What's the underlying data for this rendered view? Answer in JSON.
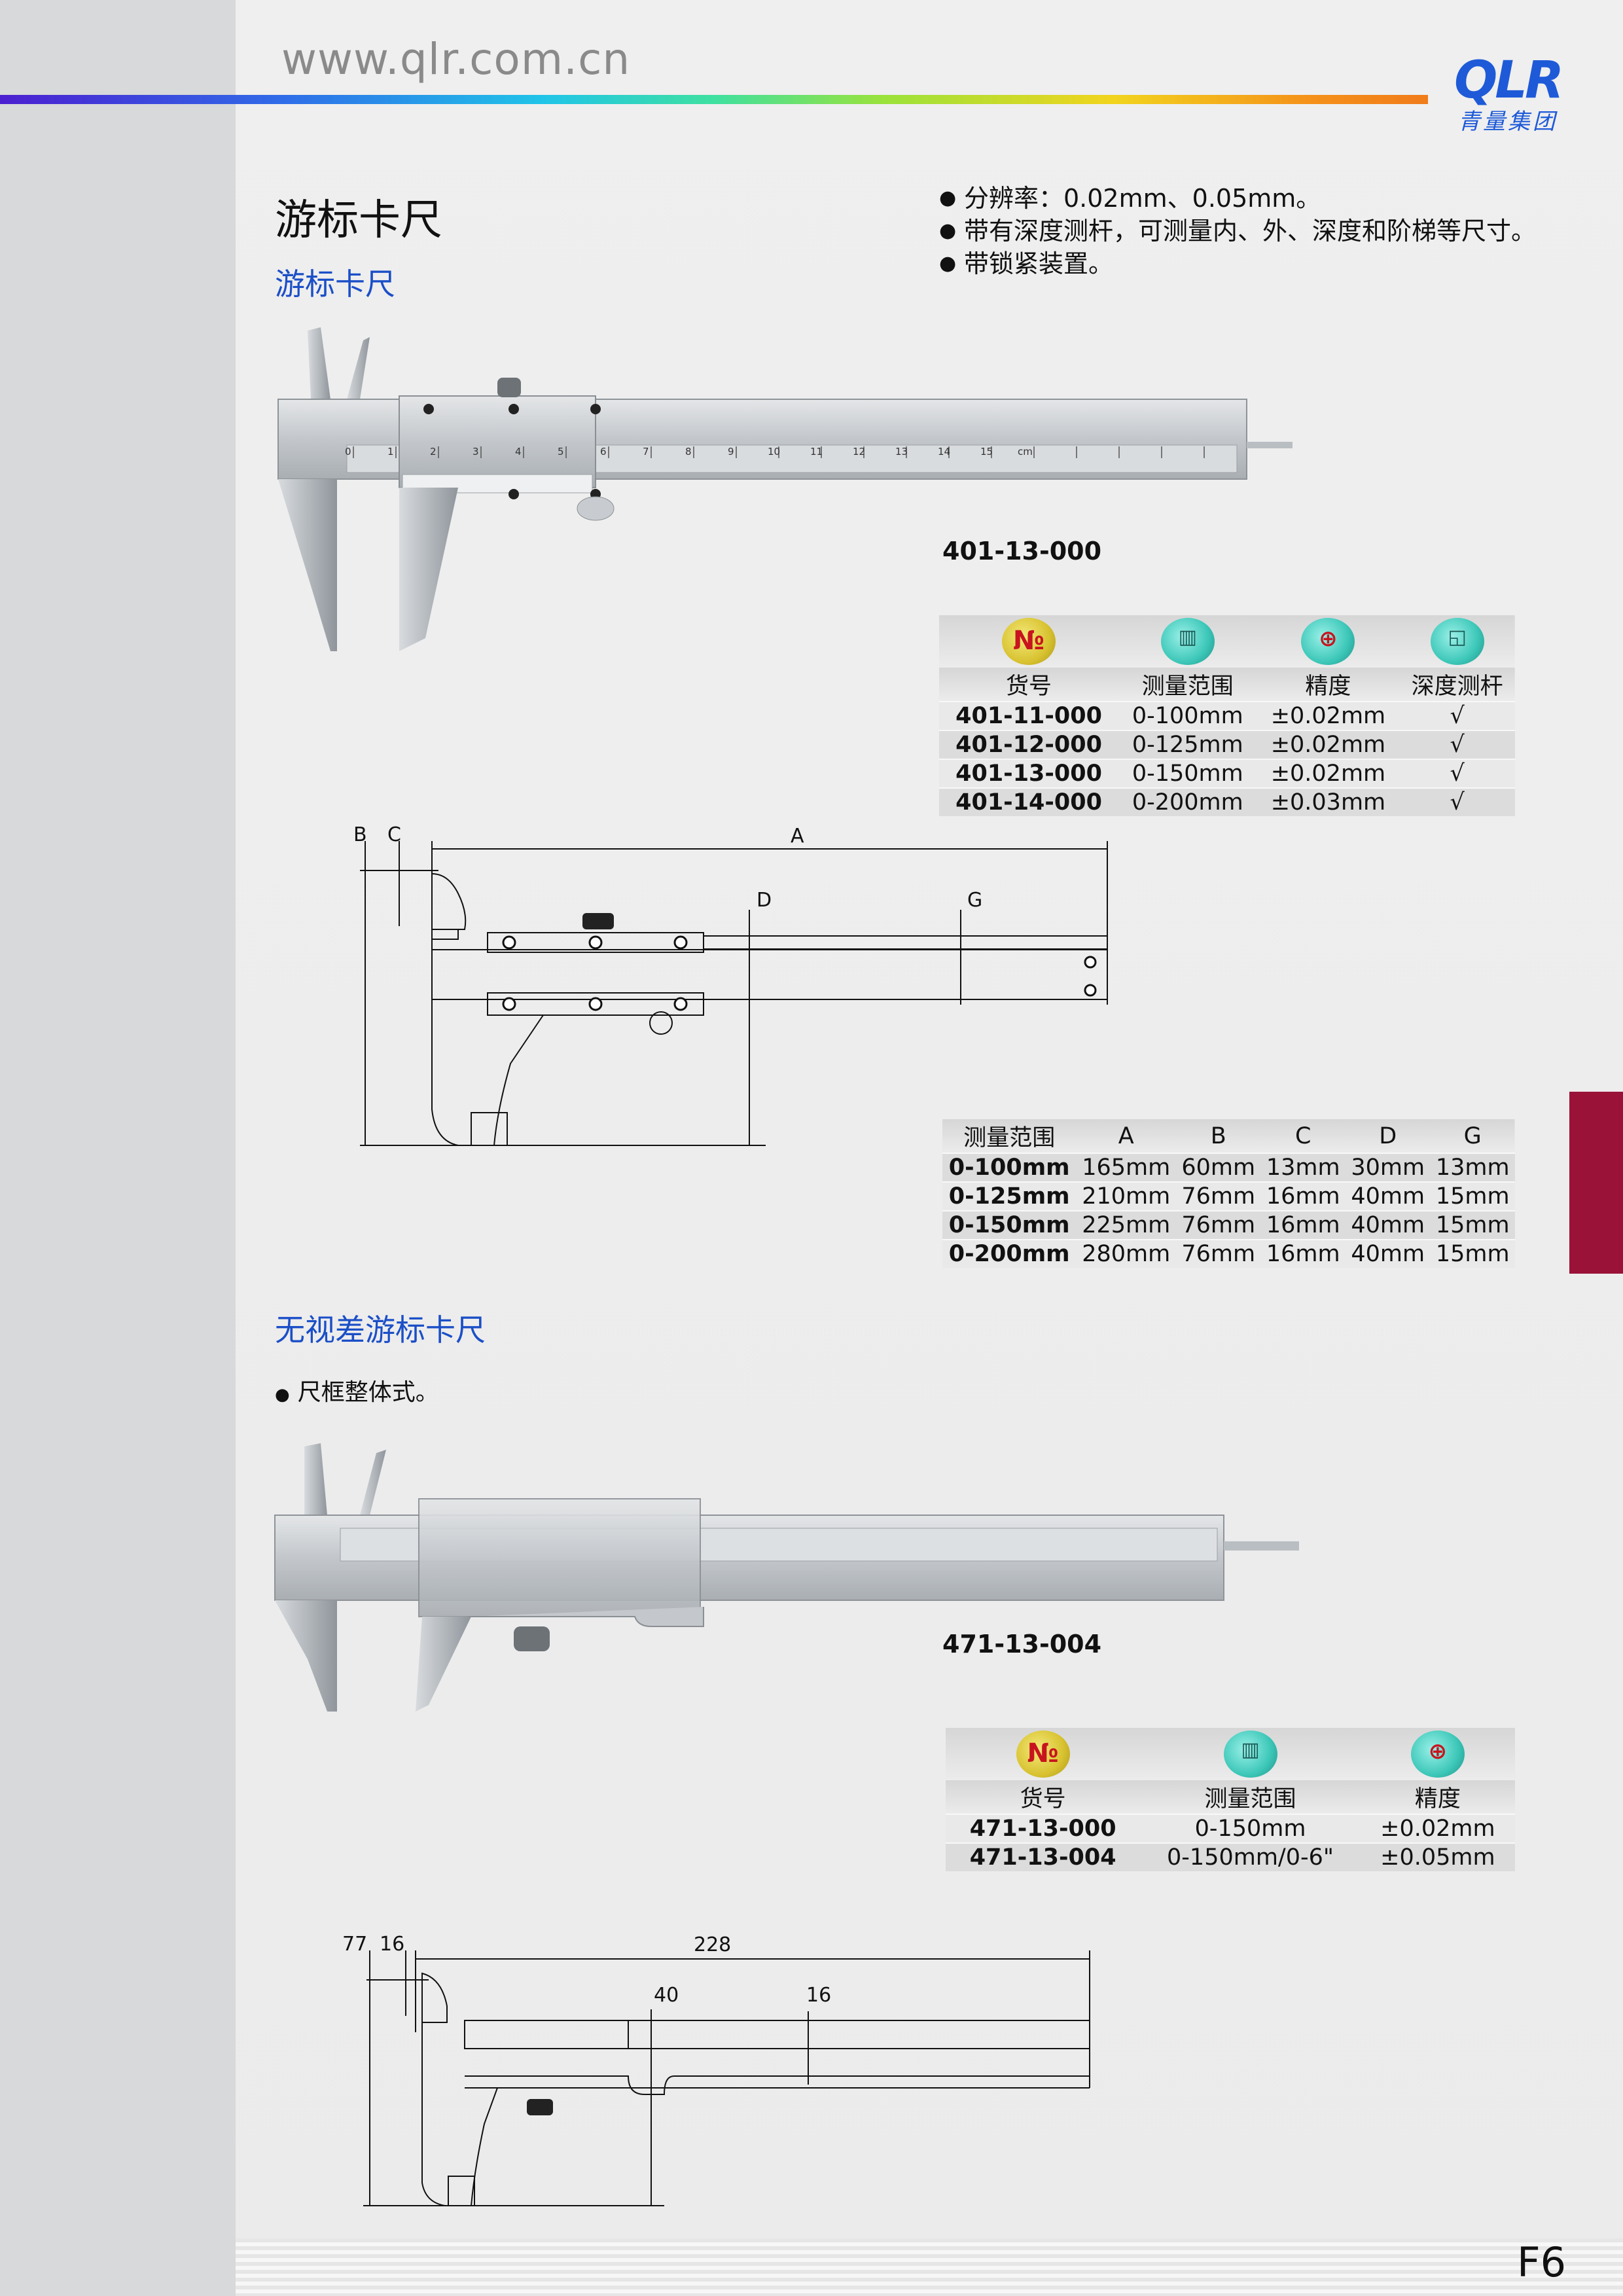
{
  "header": {
    "url": "www.qlr.com.cn",
    "logo_text": "QLR",
    "logo_subtitle": "青量集团",
    "accent_color": "#1e5ad8"
  },
  "section1": {
    "title": "游标卡尺",
    "subtitle": "游标卡尺",
    "bullets": [
      "分辨率：0.02mm、0.05mm。",
      "带有深度测杆，可测量内、外、深度和阶梯等尺寸。",
      "带锁紧装置。"
    ],
    "model": "401-13-000",
    "spec_table": {
      "headers": [
        "货号",
        "测量范围",
        "精度",
        "深度测杆"
      ],
      "icons": [
        "No-icon",
        "range-icon",
        "accuracy-icon",
        "depth-icon"
      ],
      "rows": [
        [
          "401-11-000",
          "0-100mm",
          "±0.02mm",
          "√"
        ],
        [
          "401-12-000",
          "0-125mm",
          "±0.02mm",
          "√"
        ],
        [
          "401-13-000",
          "0-150mm",
          "±0.02mm",
          "√"
        ],
        [
          "401-14-000",
          "0-200mm",
          "±0.03mm",
          "√"
        ]
      ]
    },
    "dims": {
      "B": "B",
      "C": "C",
      "A": "A",
      "D": "D",
      "G": "G"
    },
    "dim_table": {
      "headers": [
        "测量范围",
        "A",
        "B",
        "C",
        "D",
        "G"
      ],
      "rows": [
        [
          "0-100mm",
          "165mm",
          "60mm",
          "13mm",
          "30mm",
          "13mm"
        ],
        [
          "0-125mm",
          "210mm",
          "76mm",
          "16mm",
          "40mm",
          "15mm"
        ],
        [
          "0-150mm",
          "225mm",
          "76mm",
          "16mm",
          "40mm",
          "15mm"
        ],
        [
          "0-200mm",
          "280mm",
          "76mm",
          "16mm",
          "40mm",
          "15mm"
        ]
      ]
    },
    "scale_numbers": [
      "0",
      "1",
      "2",
      "3",
      "4",
      "5",
      "6",
      "7",
      "8",
      "9",
      "10",
      "11",
      "12",
      "13",
      "14",
      "15",
      "cm"
    ]
  },
  "section2": {
    "subtitle": "无视差游标卡尺",
    "bullet": "尺框整体式。",
    "model": "471-13-004",
    "spec_table": {
      "headers": [
        "货号",
        "测量范围",
        "精度"
      ],
      "rows": [
        [
          "471-13-000",
          "0-150mm",
          "±0.02mm"
        ],
        [
          "471-13-004",
          "0-150mm/0-6\"",
          "±0.05mm"
        ]
      ]
    },
    "dims": {
      "d77": "77",
      "d16a": "16",
      "d228": "228",
      "d40": "40",
      "d16b": "16"
    }
  },
  "footer": {
    "page_number": "F6",
    "tab_color": "#9a1238"
  }
}
